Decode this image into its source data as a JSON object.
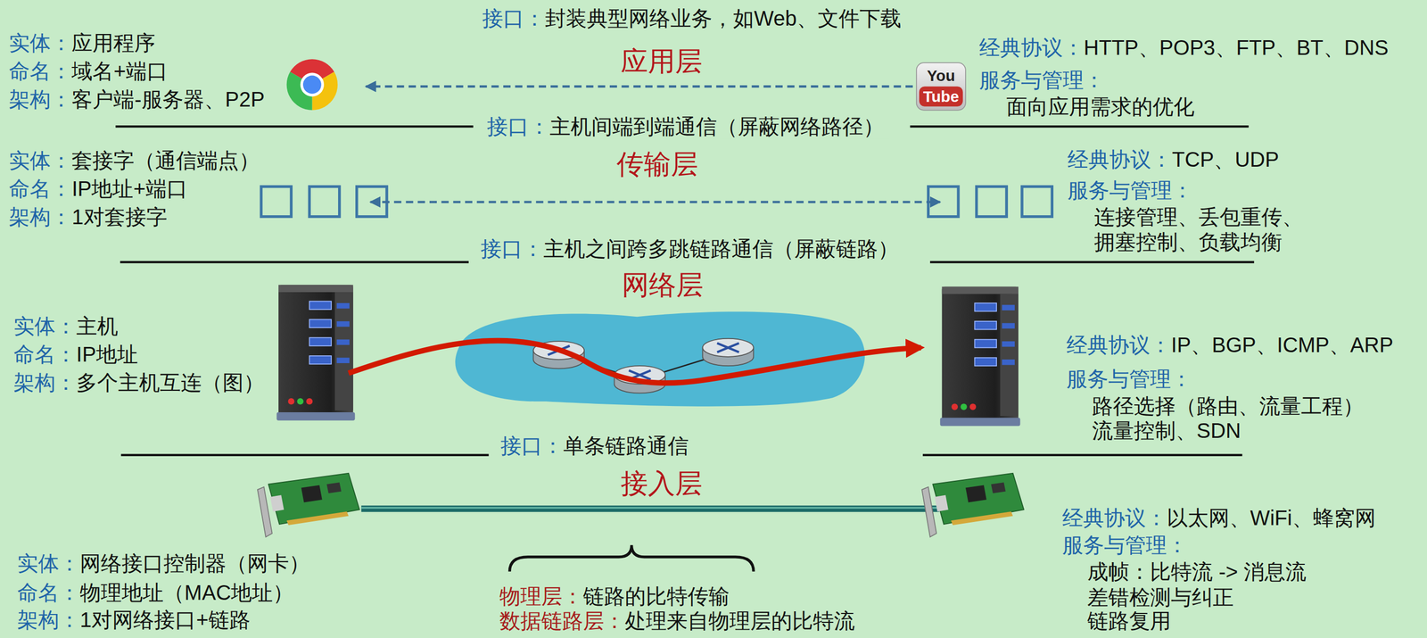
{
  "diagram": {
    "labels": [
      "接口：",
      "封装典型网络业务，如Web、文件下载",
      "实体：",
      "应用程序",
      "命名：",
      "域名+端口",
      "架构：",
      "客户端-服务器、P2P",
      "应用层",
      "经典协议：",
      "HTTP、POP3、FTP、BT、DNS",
      "服务与管理：",
      "面向应用需求的优化",
      "You",
      "Tube",
      "接口：",
      "主机间端到端通信（屏蔽网络路径）",
      "实体：",
      "套接字（通信端点）",
      "命名：",
      "IP地址+端口",
      "架构：",
      "1对套接字",
      "传输层",
      "经典协议：",
      "TCP、UDP",
      "服务与管理：",
      "连接管理、丢包重传、",
      "拥塞控制、负载均衡",
      "接口：",
      "主机之间跨多跳链路通信（屏蔽链路）",
      "实体：",
      "主机",
      "命名：",
      "IP地址",
      "架构：",
      "多个主机互连（图）",
      "网络层",
      "经典协议：",
      "IP、BGP、ICMP、ARP",
      "服务与管理：",
      "路径选择（路由、流量工程）",
      "流量控制、SDN",
      "接口：",
      "单条链路通信",
      "接入层",
      "经典协议：",
      "以太网、WiFi、蜂窝网",
      "服务与管理：",
      "成帧：比特流 -> 消息流",
      "差错检测与纠正",
      "链路复用",
      "实体：",
      "网络接口控制器（网卡）",
      "命名：",
      "物理地址（MAC地址）",
      "架构：",
      "1对网络接口+链路",
      "物理层：",
      "链路的比特传输",
      "数据链路层：",
      "处理来自物理层的比特流"
    ]
  }
}
